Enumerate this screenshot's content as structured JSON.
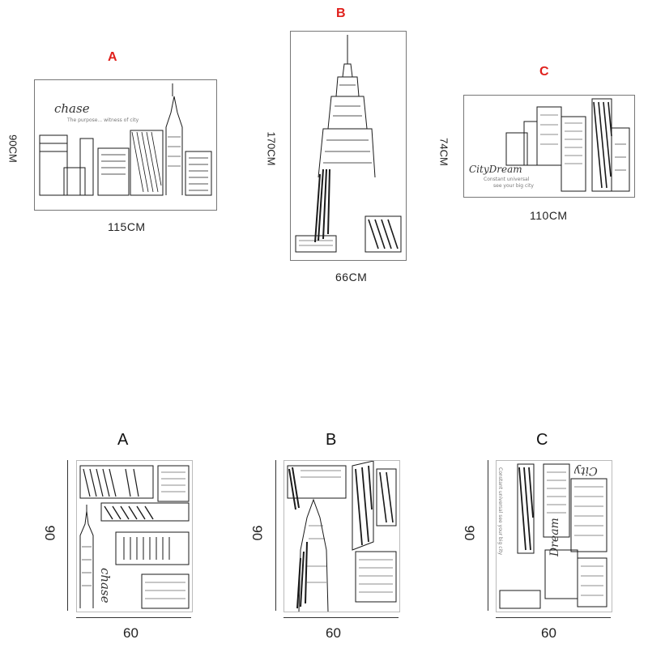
{
  "top_row": {
    "panels": [
      {
        "letter": "A",
        "width_label": "115CM",
        "height_label": "90CM",
        "brand": "chase",
        "tagline": "The purpose... witness of city"
      },
      {
        "letter": "B",
        "width_label": "66CM",
        "height_label": "170CM"
      },
      {
        "letter": "C",
        "width_label": "110CM",
        "height_label": "74CM",
        "brand": "CityDream",
        "tagline1": "Constant universal",
        "tagline2": "see your big city"
      }
    ]
  },
  "bottom_row": {
    "panels": [
      {
        "letter": "A",
        "width_label": "60",
        "height_label": "90",
        "brand": "chase"
      },
      {
        "letter": "B",
        "width_label": "60",
        "height_label": "90"
      },
      {
        "letter": "C",
        "width_label": "60",
        "height_label": "90",
        "brand_top": "City",
        "brand_side": "Dream",
        "tagline": "Constant universal see your big city"
      }
    ]
  },
  "colors": {
    "label_red": "#e0201c",
    "ink": "#1a1a1a",
    "frame": "#777777"
  },
  "icons": [
    "skyline-sketch-a",
    "skyscraper-sketch-b",
    "skyline-sketch-c"
  ]
}
